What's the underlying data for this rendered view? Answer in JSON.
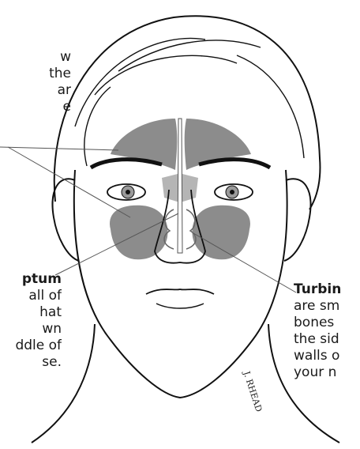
{
  "labels": {
    "sinuses": {
      "lines": [
        "w",
        "the",
        "ar",
        "e"
      ]
    },
    "septum": {
      "title": "ptum",
      "lines": [
        "all of",
        "hat",
        "wn",
        "ddle of",
        "se."
      ]
    },
    "turbinates": {
      "title": "Turbin",
      "lines": [
        "are sm",
        "bones",
        "the sid",
        "walls o",
        "your n"
      ]
    }
  },
  "signature": "J. RHEAD",
  "colors": {
    "sinus_fill": "#8c8c8c",
    "line_stroke": "#111111",
    "skin": "#ffffff"
  }
}
